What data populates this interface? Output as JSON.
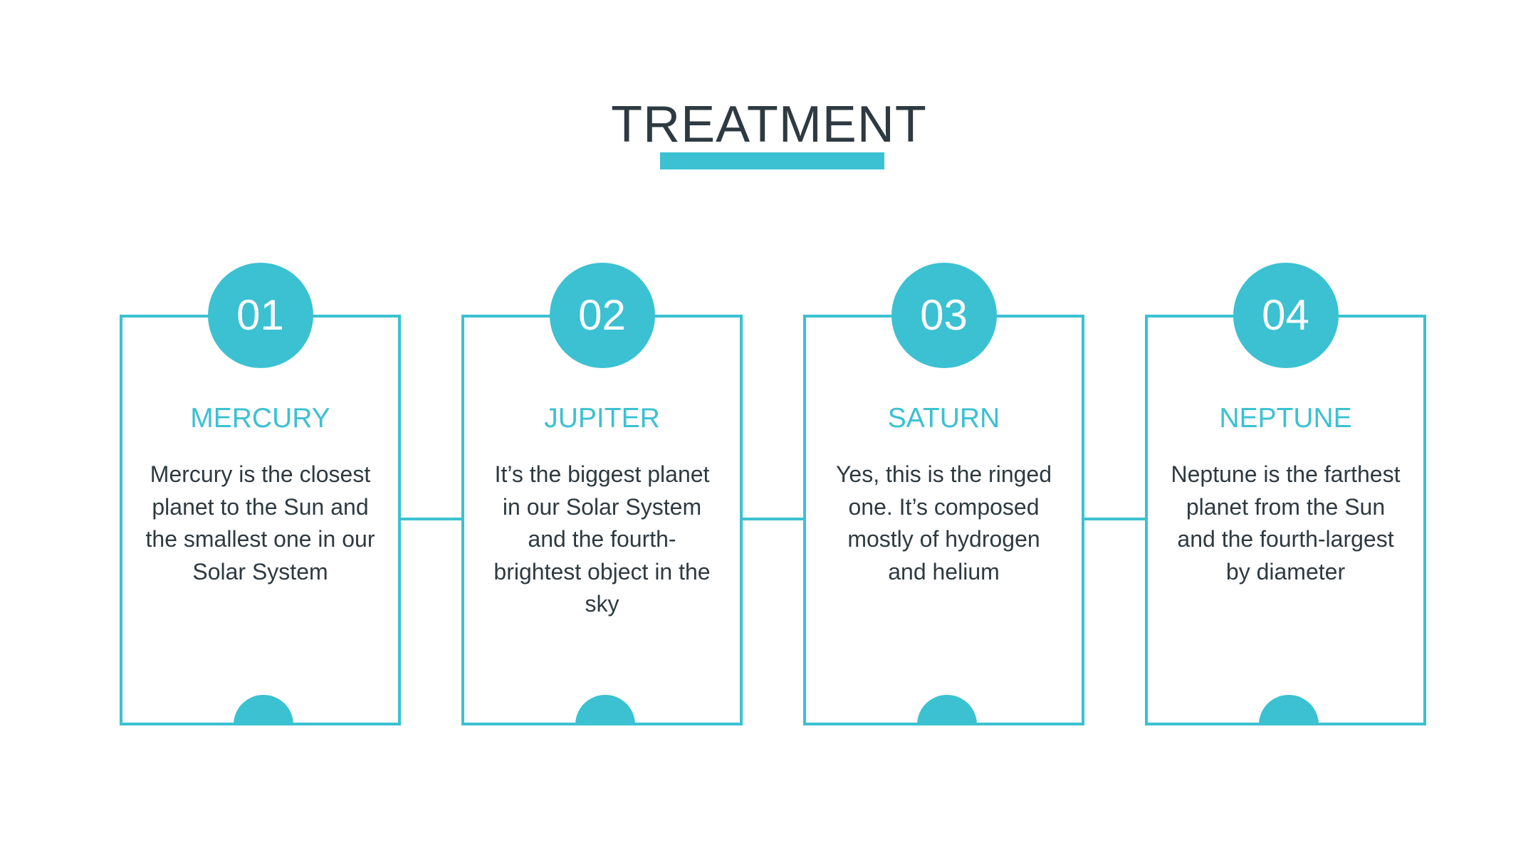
{
  "title": "TREATMENT",
  "accent_color": "#3bc1d1",
  "text_color": "#2e3a41",
  "steps": [
    {
      "number": "01",
      "title": "MERCURY",
      "text": "Mercury is the closest planet to the Sun and the smallest one in our Solar System"
    },
    {
      "number": "02",
      "title": "JUPITER",
      "text": "It’s the biggest planet in our Solar System and the fourth-brightest object in the sky"
    },
    {
      "number": "03",
      "title": "SATURN",
      "text": "Yes, this is the ringed one. It’s composed mostly of hydrogen and helium"
    },
    {
      "number": "04",
      "title": "NEPTUNE",
      "text": "Neptune is the farthest planet from the Sun and the fourth-largest by diameter"
    }
  ]
}
